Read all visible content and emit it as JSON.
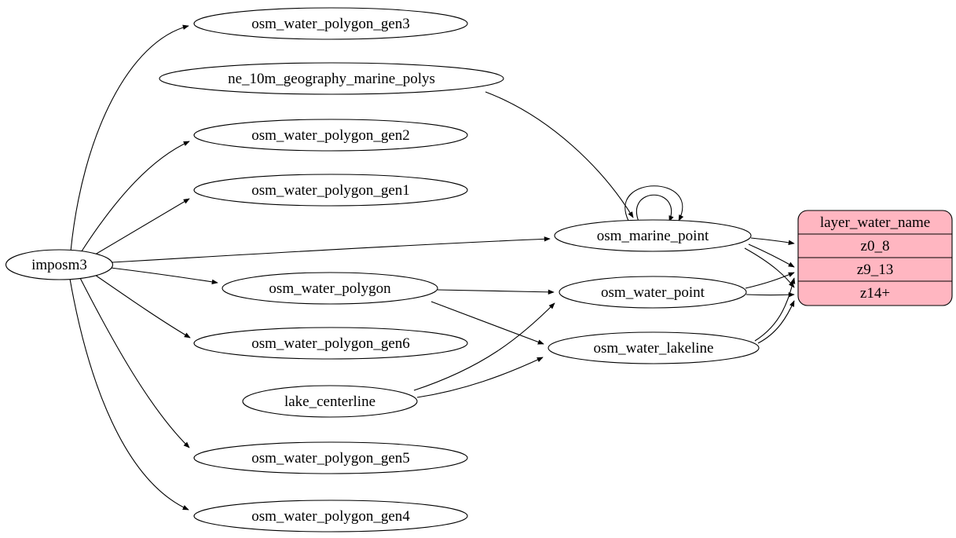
{
  "nodes": {
    "imposm3": "imposm3",
    "osm_water_polygon_gen3": "osm_water_polygon_gen3",
    "ne_10m_geography_marine_polys": "ne_10m_geography_marine_polys",
    "osm_water_polygon_gen2": "osm_water_polygon_gen2",
    "osm_water_polygon_gen1": "osm_water_polygon_gen1",
    "osm_marine_point": "osm_marine_point",
    "osm_water_polygon": "osm_water_polygon",
    "osm_water_point": "osm_water_point",
    "osm_water_polygon_gen6": "osm_water_polygon_gen6",
    "osm_water_lakeline": "osm_water_lakeline",
    "lake_centerline": "lake_centerline",
    "osm_water_polygon_gen5": "osm_water_polygon_gen5",
    "osm_water_polygon_gen4": "osm_water_polygon_gen4"
  },
  "record": {
    "title": "layer_water_name",
    "rows": [
      "z0_8",
      "z9_13",
      "z14+"
    ],
    "fill": "#ffb6c1",
    "stroke": "#000000"
  },
  "colors": {
    "background": "#ffffff",
    "node_fill": "#ffffff",
    "node_stroke": "#000000",
    "edge": "#000000"
  },
  "edges": [
    {
      "from": "imposm3",
      "to": "osm_water_polygon_gen3"
    },
    {
      "from": "imposm3",
      "to": "osm_water_polygon_gen2"
    },
    {
      "from": "imposm3",
      "to": "osm_water_polygon_gen1"
    },
    {
      "from": "imposm3",
      "to": "osm_marine_point"
    },
    {
      "from": "imposm3",
      "to": "osm_water_polygon"
    },
    {
      "from": "imposm3",
      "to": "osm_water_polygon_gen6"
    },
    {
      "from": "imposm3",
      "to": "osm_water_polygon_gen5"
    },
    {
      "from": "imposm3",
      "to": "osm_water_polygon_gen4"
    },
    {
      "from": "ne_10m_geography_marine_polys",
      "to": "osm_marine_point"
    },
    {
      "from": "osm_marine_point",
      "to": "osm_marine_point"
    },
    {
      "from": "osm_marine_point",
      "to": "osm_marine_point"
    },
    {
      "from": "osm_water_polygon",
      "to": "osm_water_point"
    },
    {
      "from": "osm_water_polygon",
      "to": "osm_water_lakeline"
    },
    {
      "from": "lake_centerline",
      "to": "osm_water_point"
    },
    {
      "from": "lake_centerline",
      "to": "osm_water_lakeline"
    },
    {
      "from": "osm_marine_point",
      "to": "layer_water_name.z0_8"
    },
    {
      "from": "osm_marine_point",
      "to": "layer_water_name.z9_13"
    },
    {
      "from": "osm_marine_point",
      "to": "layer_water_name.z14+"
    },
    {
      "from": "osm_water_point",
      "to": "layer_water_name.z9_13"
    },
    {
      "from": "osm_water_point",
      "to": "layer_water_name.z14+"
    },
    {
      "from": "osm_water_lakeline",
      "to": "layer_water_name.z9_13"
    },
    {
      "from": "osm_water_lakeline",
      "to": "layer_water_name.z14+"
    }
  ]
}
